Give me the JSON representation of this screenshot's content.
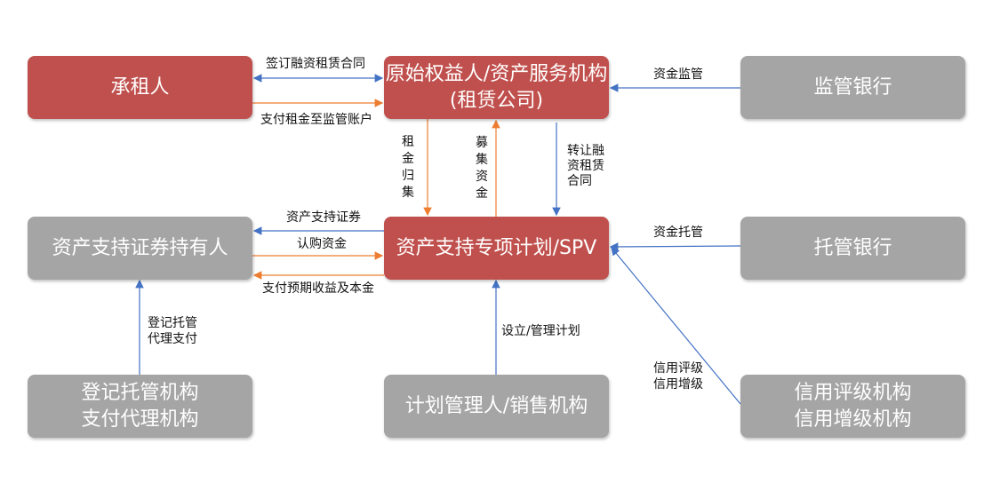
{
  "nodes": {
    "lessee": "承租人",
    "originator_l1": "原始权益人/资产服务机构",
    "originator_l2": "(租赁公司)",
    "supervising_bank": "监管银行",
    "holders": "资产支持证券持有人",
    "spv": "资产支持专项计划/SPV",
    "custodian_bank": "托管银行",
    "registrar_l1": "登记托管机构",
    "registrar_l2": "支付代理机构",
    "manager": "计划管理人/销售机构",
    "rating_l1": "信用评级机构",
    "rating_l2": "信用增级机构"
  },
  "edges": {
    "sign_contract": "签订融资租赁合同",
    "pay_rent": "支付租金至监管账户",
    "fund_supervision": "资金监管",
    "rent_collection": "租金归集",
    "raise_funds": "募集资金",
    "transfer_l1": "转让融",
    "transfer_l2": "资租赁",
    "transfer_l3": "合同",
    "abs": "资产支持证券",
    "subscribe": "认购资金",
    "pay_return": "支付预期收益及本金",
    "fund_custody": "资金托管",
    "rating_l1": "信用评级",
    "rating_l2": "信用增级",
    "registrar_l1": "登记托管",
    "registrar_l2": "代理支付",
    "setup": "设立/管理计划"
  },
  "colors": {
    "red": "#c0504d",
    "gray": "#a5a5a5",
    "blue": "#4472c4",
    "orange": "#ed7d31"
  }
}
